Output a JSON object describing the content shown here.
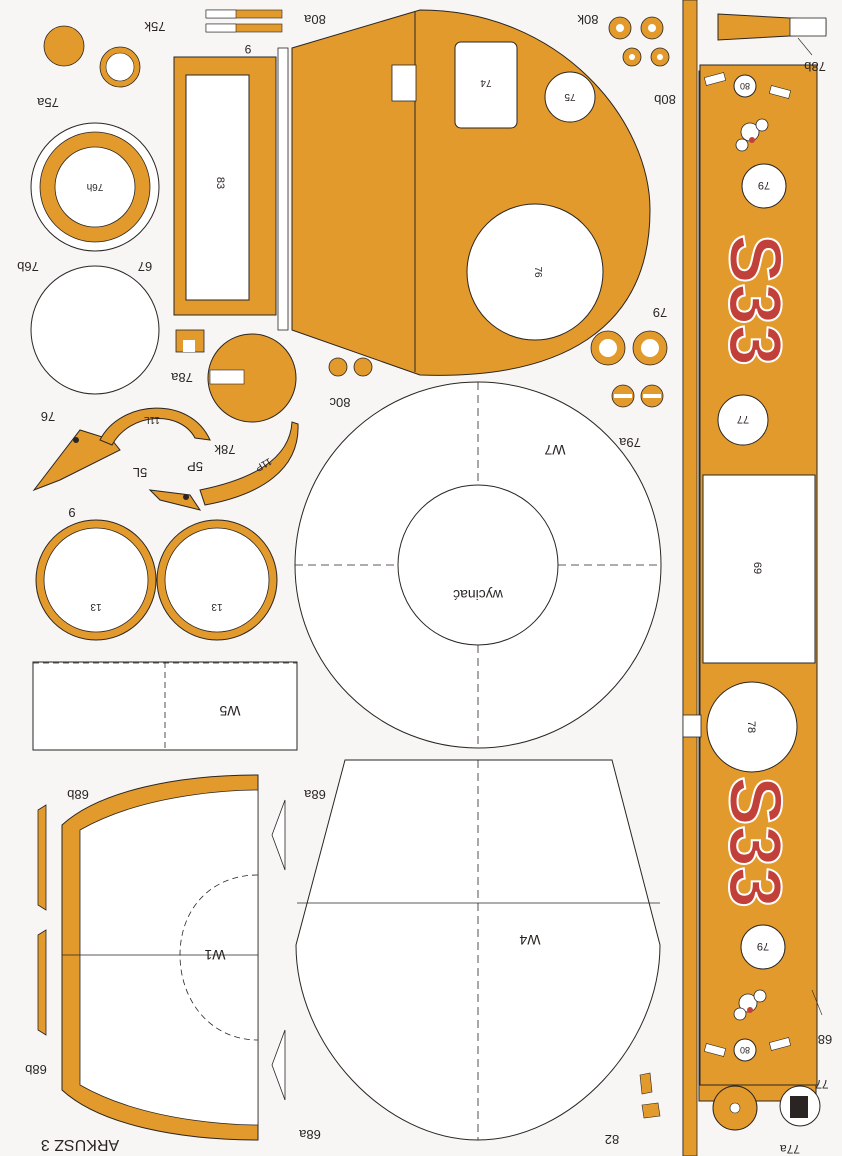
{
  "colors": {
    "paper": "#f7f6f4",
    "part_fill": "#e29a2c",
    "outline": "#2a2522",
    "number_red": "#c1403a",
    "insignia": "#ffffff"
  },
  "sheet_title": "ARKUSZ 3",
  "cut_out_label": "wycinać",
  "wings": {
    "w1": "W1",
    "w4": "W4",
    "w5": "W5",
    "w7": "W7"
  },
  "fuselage": {
    "side_number": "S33",
    "part_68": "68",
    "part_69": "69",
    "part_77": "77",
    "part_78": "78",
    "part_79": "79",
    "part_80": "80"
  },
  "parts": {
    "p9": "9",
    "p13": "13",
    "p5L": "5L",
    "p5P": "5P",
    "p11L": "11L",
    "p11P": "11P",
    "p67": "67",
    "p68a": "68a",
    "p68b": "68b",
    "p74": "74",
    "p75": "75",
    "p75a": "75a",
    "p75k": "75k",
    "p76": "76",
    "p76b": "76b",
    "p76h": "76h",
    "p77": "77",
    "p77a": "77a",
    "p78b": "78b",
    "p78a": "78a",
    "p78k": "78k",
    "p79": "79",
    "p79a": "79a",
    "p80a": "80a",
    "p80b": "80b",
    "p80c": "80c",
    "p80k": "80k",
    "p82": "82",
    "p83": "83"
  }
}
